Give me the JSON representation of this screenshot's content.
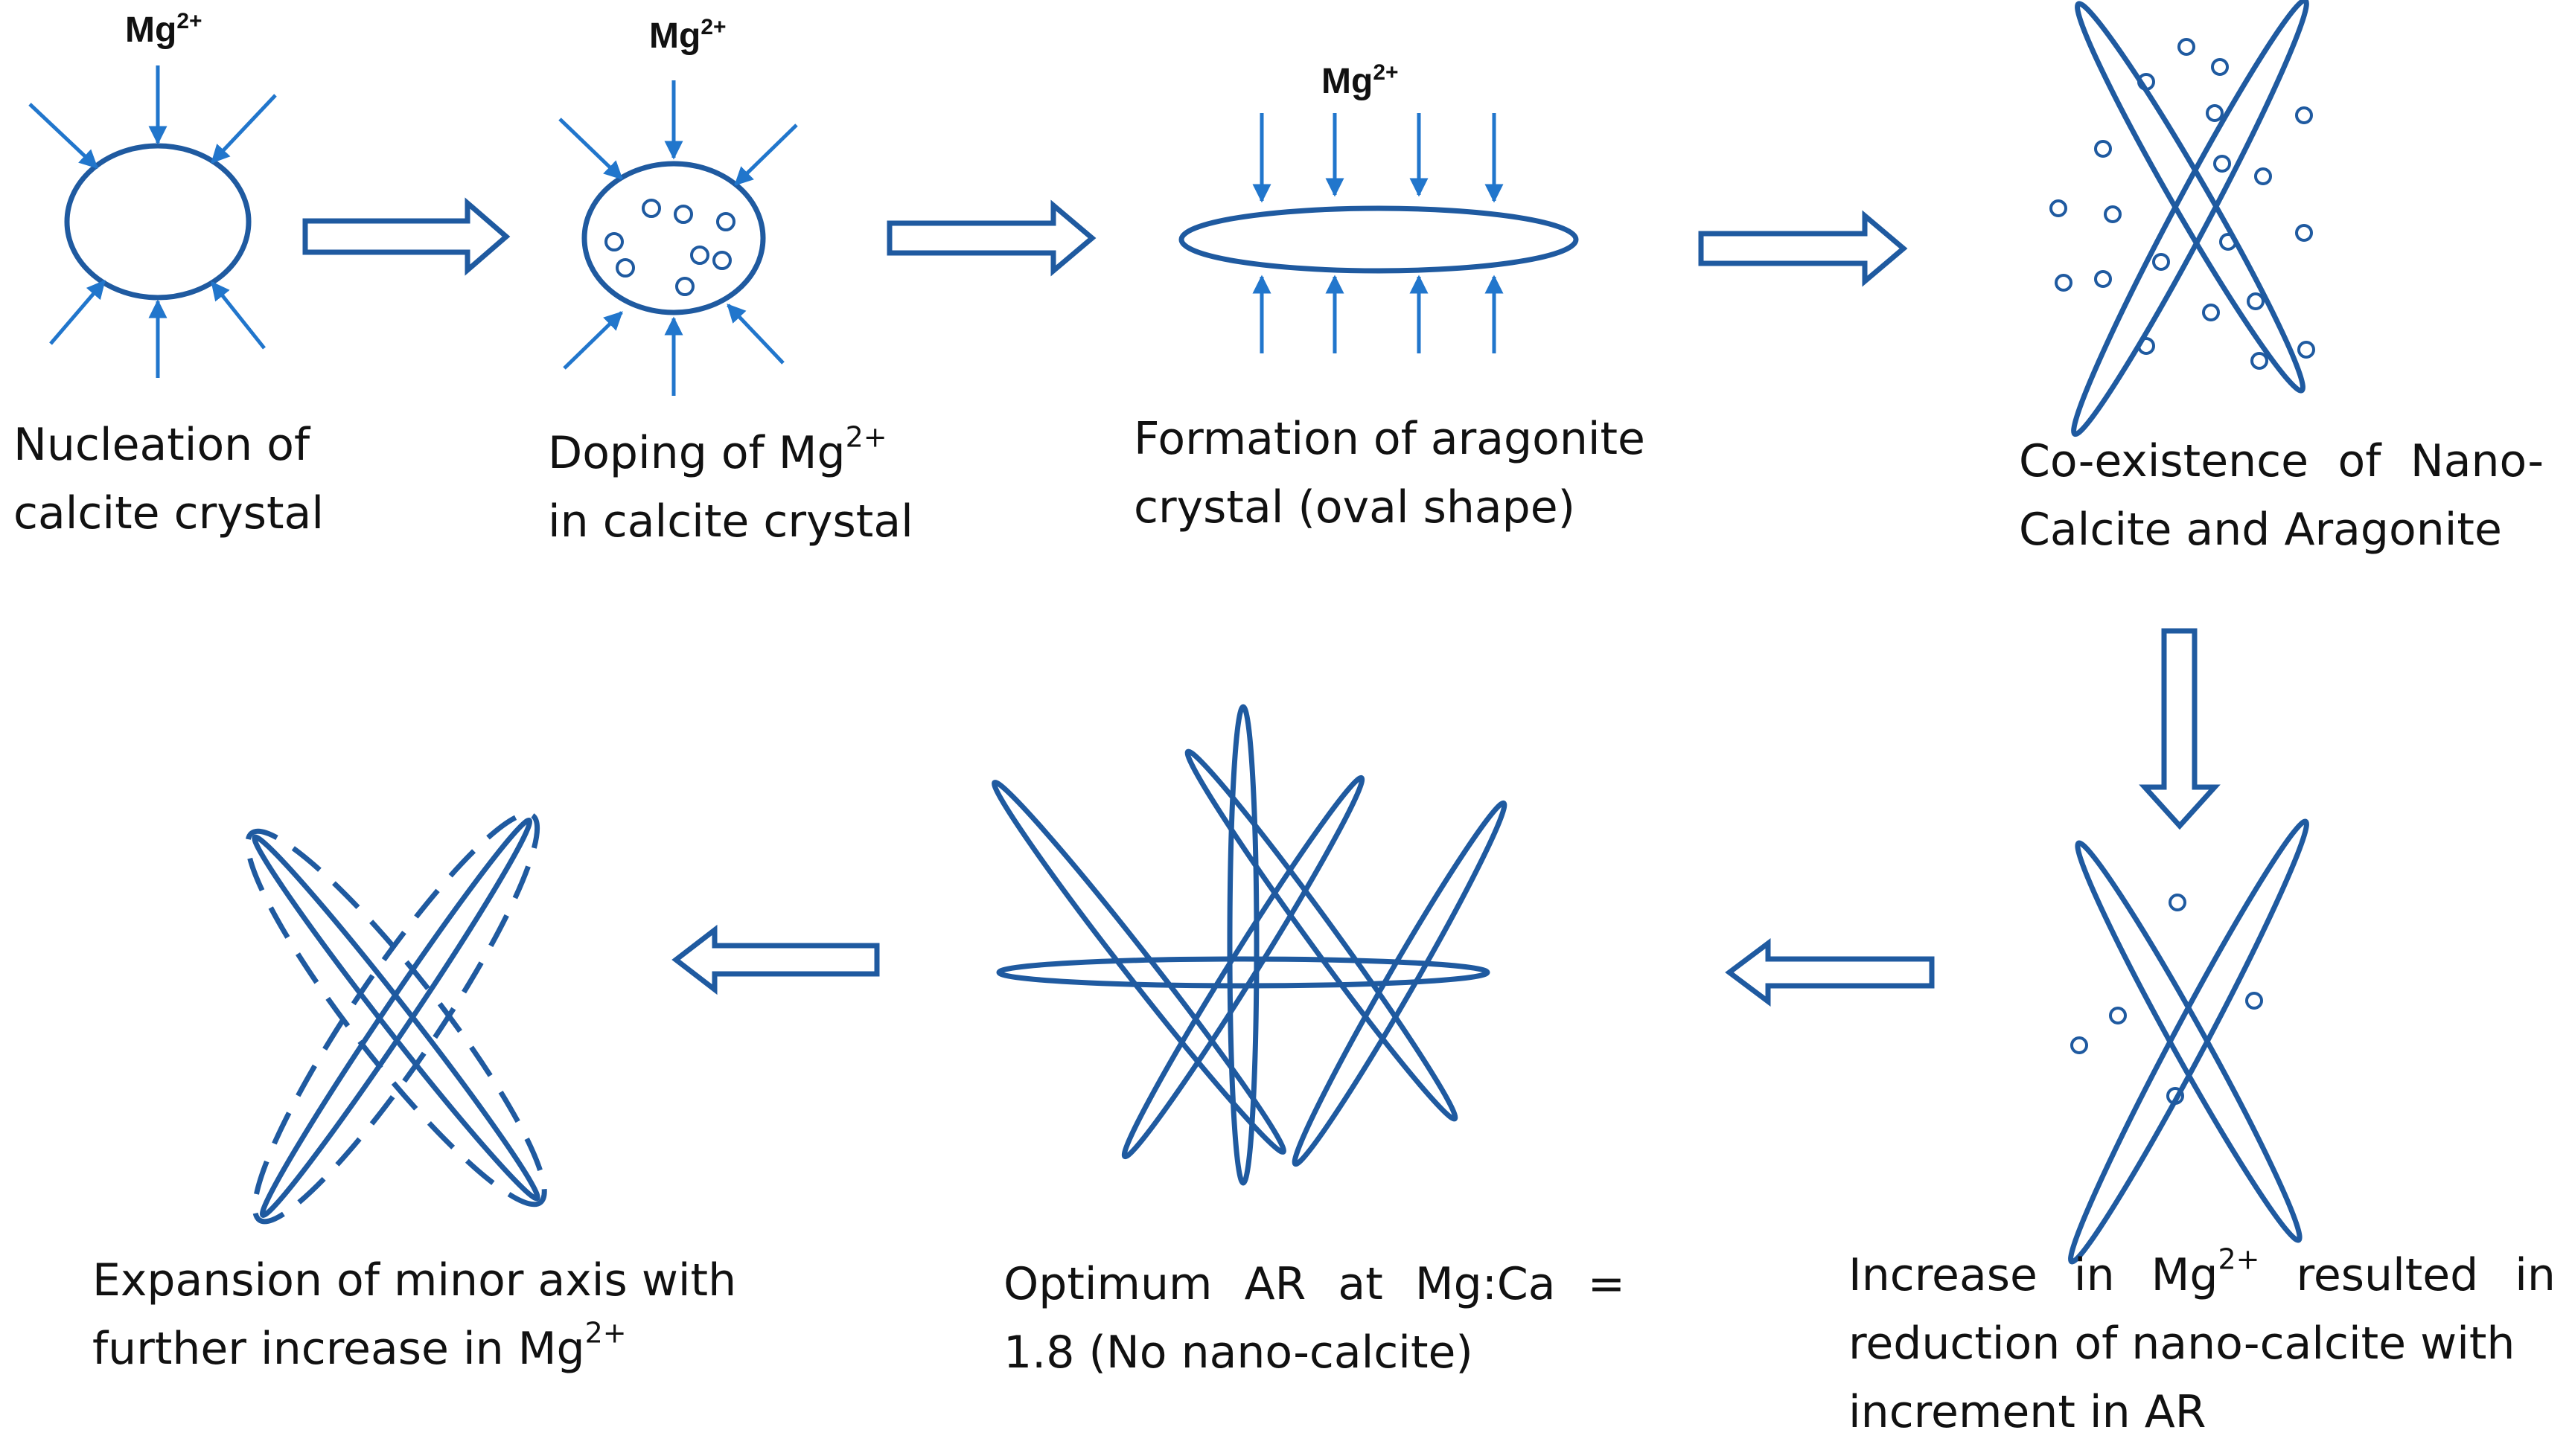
{
  "colors": {
    "stroke": "#1f5aa0",
    "arrow": "#2176cc",
    "text": "#111111"
  },
  "ion_label": {
    "base": "Mg",
    "sup": "2+"
  },
  "steps": [
    {
      "id": "nucleation",
      "lines": [
        "Nucleation of",
        "calcite crystal"
      ]
    },
    {
      "id": "doping",
      "line1": {
        "pre": "Doping of Mg",
        "sup": "2+"
      },
      "line2": "in calcite crystal"
    },
    {
      "id": "formation",
      "lines": [
        "Formation of aragonite",
        "crystal (oval shape)"
      ]
    },
    {
      "id": "coexistence",
      "lines": [
        [
          "Co-existence",
          "of",
          "Nano-"
        ],
        "Calcite and Aragonite"
      ]
    },
    {
      "id": "increase",
      "line1": {
        "words": [
          "Increase",
          "in"
        ],
        "ion": "Mg",
        "sup": "2+",
        "rest": [
          "resulted",
          "in"
        ]
      },
      "line2": "reduction of nano-calcite with",
      "line3": "increment in AR"
    },
    {
      "id": "optimum",
      "line1": [
        "Optimum",
        "AR",
        "at",
        "Mg:Ca",
        "="
      ],
      "line2": "1.8 (No nano-calcite)"
    },
    {
      "id": "expansion",
      "line1": "Expansion of minor axis with",
      "line2": {
        "pre": "further increase in Mg",
        "sup": "2+"
      }
    }
  ]
}
